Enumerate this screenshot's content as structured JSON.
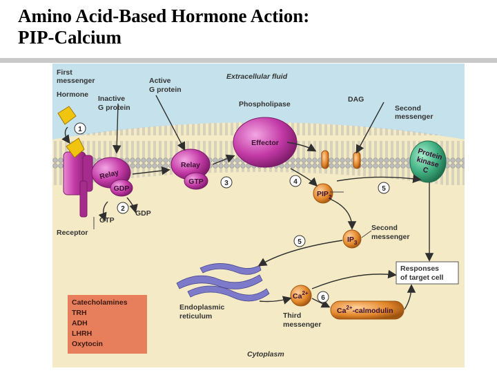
{
  "slide": {
    "title_line1": "Amino Acid-Based Hormone Action:",
    "title_line2": "PIP-Calcium"
  },
  "diagram": {
    "regions": {
      "extracellular": "Extracellular fluid",
      "cytoplasm": "Cytoplasm"
    },
    "labels": {
      "first_messenger_1": "First",
      "first_messenger_2": "messenger",
      "hormone": "Hormone",
      "inactive_g_1": "Inactive",
      "inactive_g_2": "G protein",
      "active_g_1": "Active",
      "active_g_2": "G protein",
      "phospholipase": "Phospholipase",
      "dag": "DAG",
      "second_messenger_top_1": "Second",
      "second_messenger_top_2": "messenger",
      "effector": "Effector",
      "protein_kinase_1": "Protein",
      "protein_kinase_2": "kinase",
      "protein_kinase_3": "C",
      "relay_inactive": "Relay",
      "relay_active": "Relay",
      "gdp_bound": "GDP",
      "gtp_bound": "GTP",
      "gtp_free": "GTP",
      "gdp_free": "GDP",
      "pip2": "PIP",
      "pip2_sub": "2",
      "receptor": "Receptor",
      "ip3": "IP",
      "ip3_sub": "3",
      "second_messenger_mid_1": "Second",
      "second_messenger_mid_2": "messenger",
      "responses_1": "Responses",
      "responses_2": "of target cell",
      "er_1": "Endoplasmic",
      "er_2": "reticulum",
      "ca": "Ca",
      "ca_sup": "2+",
      "third_messenger_1": "Third",
      "third_messenger_2": "messenger",
      "calmodulin_ca": "Ca",
      "calmodulin_sup": "2+",
      "calmodulin_rest": "-calmodulin"
    },
    "steps": {
      "s1": "1",
      "s2": "2",
      "s3": "3",
      "s4": "4",
      "s5a": "5",
      "s5b": "5",
      "s6": "6"
    },
    "legend": [
      "Catecholamines",
      "TRH",
      "ADH",
      "LHRH",
      "Oxytocin"
    ],
    "colors": {
      "extracellular": "#c5e2ec",
      "cytoplasm": "#f4ebc6",
      "membrane_head": "#b9b9b9",
      "protein_magenta": "#c33aa6",
      "hormone_yellow": "#f1c40f",
      "pip_orange": "#e2862a",
      "kinase_green": "#3fae7f",
      "legend_bg": "#e77f5d"
    }
  }
}
